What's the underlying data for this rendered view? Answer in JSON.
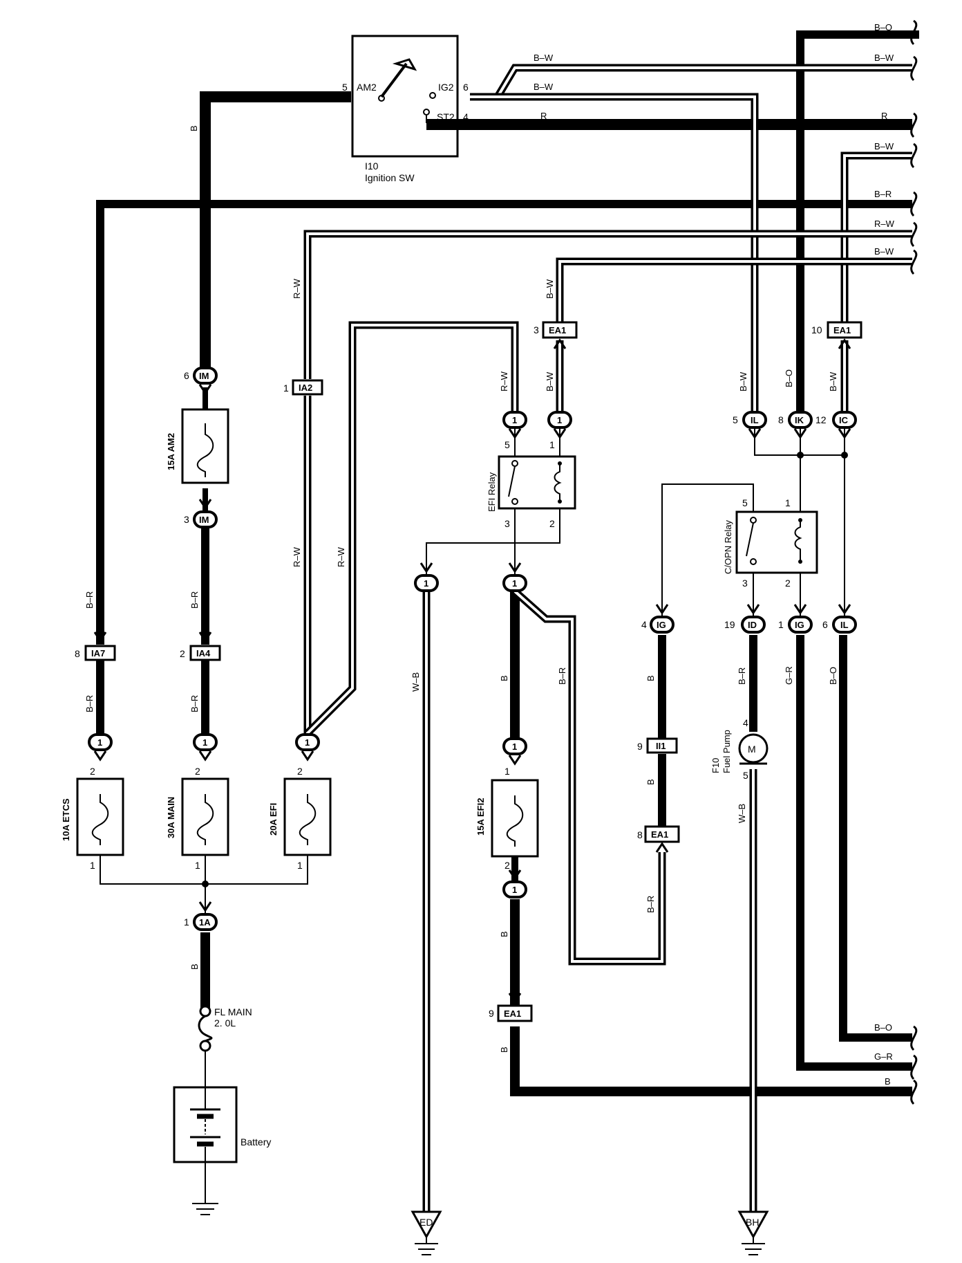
{
  "components": {
    "ignition_switch": {
      "id": "I10",
      "name": "Ignition SW",
      "am2": "AM2",
      "ig2": "IG2",
      "st2": "ST2",
      "pin_am2": "5",
      "pin_ig2": "6",
      "pin_st2": "4"
    },
    "fuse_am2": "15A AM2",
    "fuse_etcs": "10A ETCS",
    "fuse_main": "30A MAIN",
    "fuse_efi": "20A EFI",
    "fuse_efi2": "15A EFI2",
    "fl_main": [
      "FL MAIN",
      "2. 0L"
    ],
    "battery": "Battery",
    "efi_relay": "EFI Relay",
    "copn_relay": "C/OPN Relay",
    "fuel_pump": {
      "id": "F10",
      "name": "Fuel Pump",
      "symbol": "M",
      "pin_top": "4",
      "pin_bottom": "5"
    },
    "ground_ed": "ED",
    "ground_bh": "BH"
  },
  "connectors": {
    "im_a": {
      "name": "IM",
      "pin": "6"
    },
    "im_b": {
      "name": "IM",
      "pin": "3"
    },
    "ia2": {
      "name": "IA2",
      "pin": "1"
    },
    "ia7": {
      "name": "IA7",
      "pin": "8"
    },
    "ia4": {
      "name": "IA4",
      "pin": "2"
    },
    "ea1_top_left": {
      "name": "EA1",
      "pin": "3"
    },
    "ea1_top_right": {
      "name": "EA1",
      "pin": "10"
    },
    "ea1_mid": {
      "name": "EA1",
      "pin": "8"
    },
    "ea1_low": {
      "name": "EA1",
      "pin": "9"
    },
    "ii1": {
      "name": "II1",
      "pin": "9"
    },
    "il_a": {
      "name": "IL",
      "pin": "5"
    },
    "ik": {
      "name": "IK",
      "pin": "8"
    },
    "ic": {
      "name": "IC",
      "pin": "12"
    },
    "ig_a": {
      "name": "IG",
      "pin": "4"
    },
    "id": {
      "name": "ID",
      "pin": "19"
    },
    "ig_b": {
      "name": "IG",
      "pin": "1"
    },
    "il_b": {
      "name": "IL",
      "pin": "6"
    },
    "one_a": {
      "name": "1A",
      "pin": "1"
    },
    "jct": "1"
  },
  "pins": {
    "fuse_in": "2",
    "fuse_out": "1",
    "efi_relay": {
      "p5": "5",
      "p1": "1",
      "p3": "3",
      "p2": "2"
    },
    "copn_relay": {
      "p5": "5",
      "p1": "1",
      "p3": "3",
      "p2": "2"
    },
    "efi2": {
      "in": "1",
      "out": "2"
    }
  },
  "wire_colors": {
    "b": "B",
    "br": "B–R",
    "rw": "R–W",
    "bw": "B–W",
    "bo": "B–O",
    "r": "R",
    "wb": "W–B",
    "gr": "G–R"
  },
  "right_edge_labels_top": [
    "B–O",
    "B–W",
    "R",
    "B–W",
    "B–R",
    "R–W",
    "B–W"
  ],
  "right_edge_labels_bottom": [
    "B–O",
    "G–R",
    "B"
  ],
  "colors": {
    "wire": "#000000",
    "background": "#ffffff"
  }
}
